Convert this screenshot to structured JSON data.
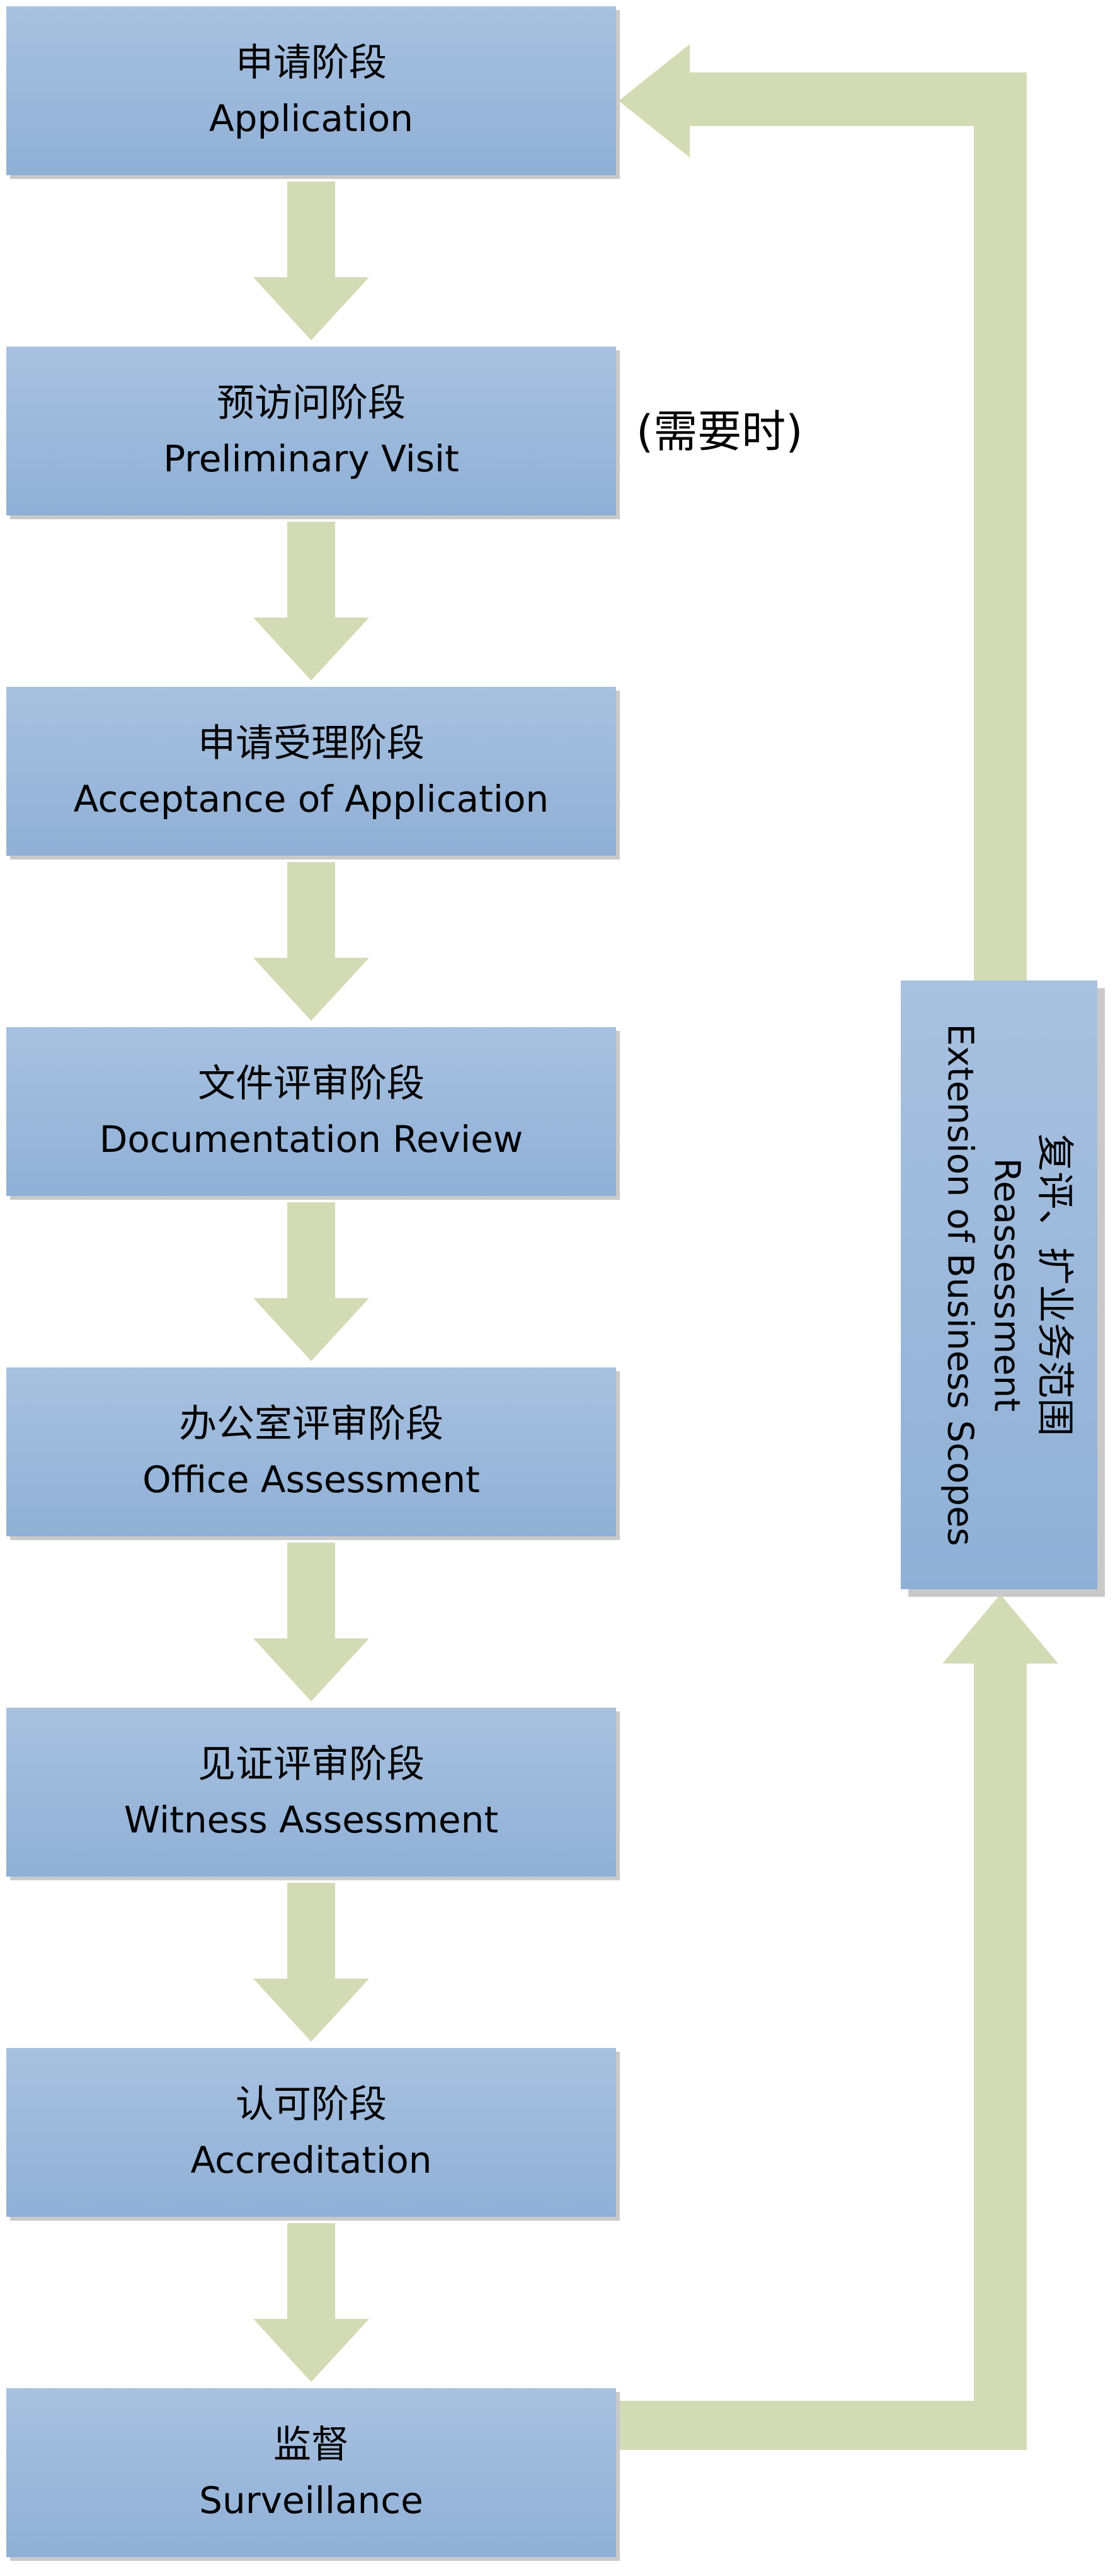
{
  "stages": [
    {
      "cn": "申请阶段",
      "en": "Application"
    },
    {
      "cn": "预访问阶段",
      "en": "Preliminary Visit"
    },
    {
      "cn": "申请受理阶段",
      "en": "Acceptance of Application"
    },
    {
      "cn": "文件评审阶段",
      "en": "Documentation Review"
    },
    {
      "cn": "办公室评审阶段",
      "en": "Office Assessment"
    },
    {
      "cn": "见证评审阶段",
      "en": "Witness Assessment"
    },
    {
      "cn": "认可阶段",
      "en": "Accreditation"
    },
    {
      "cn": "监督",
      "en": "Surveillance"
    }
  ],
  "note": "(需要时)",
  "side_box": {
    "cn": "复评、扩业务范围",
    "en1": "Reassessment",
    "en2": "Extension of Business Scopes"
  },
  "colors": {
    "box_top": "#a8c1e0",
    "box_bottom": "#8fb0d6",
    "box_shadow": "#c9c9c9",
    "arrow": "#d3dbb5"
  }
}
